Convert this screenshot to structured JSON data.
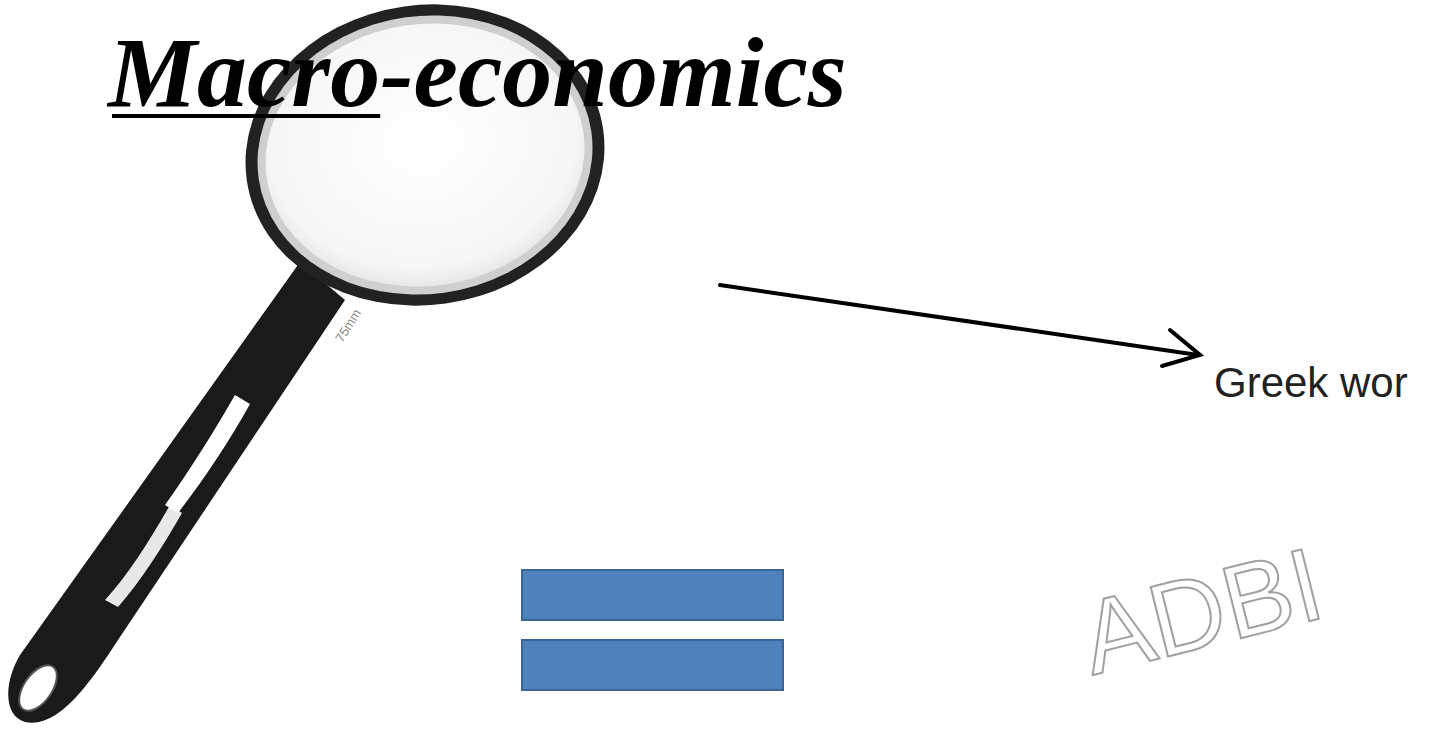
{
  "diagram": {
    "title": "Macro-economics",
    "labels": [
      "Greek wor",
      "75mm",
      "ADBI"
    ]
  }
}
